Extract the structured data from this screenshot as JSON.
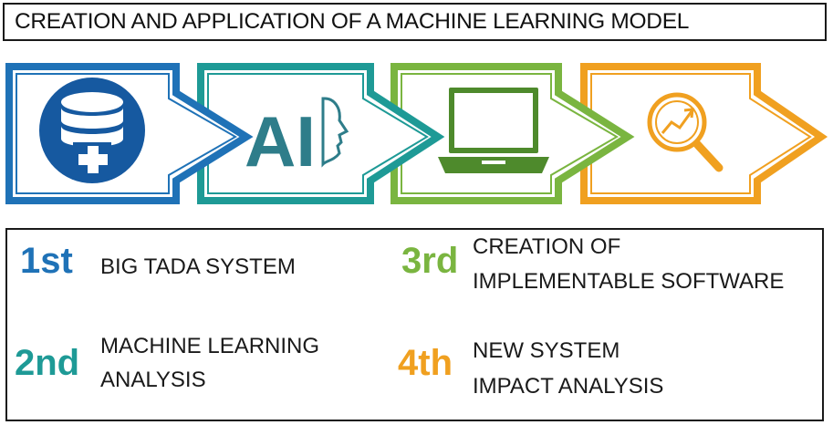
{
  "title": "CREATION AND APPLICATION OF A MACHINE LEARNING MODEL",
  "colors": {
    "blue": "#1f72b7",
    "teal": "#1e9a96",
    "green": "#7ab540",
    "orange": "#f0a020",
    "dark_teal_text": "#2e7d8a",
    "dark_green_icon": "#4e8a2c",
    "dark_blue_icon": "#1659a0"
  },
  "flow_icons": [
    "database-plus-icon",
    "ai-head-icon",
    "laptop-icon",
    "magnifier-chart-icon"
  ],
  "ai_text": "AI",
  "steps": [
    {
      "num": "1st",
      "lines": [
        "BIG TADA SYSTEM"
      ]
    },
    {
      "num": "2nd",
      "lines": [
        "MACHINE LEARNING",
        "ANALYSIS"
      ]
    },
    {
      "num": "3rd",
      "lines": [
        "CREATION OF",
        "IMPLEMENTABLE SOFTWARE"
      ]
    },
    {
      "num": "4th",
      "lines": [
        "NEW SYSTEM",
        "IMPACT ANALYSIS"
      ]
    }
  ]
}
